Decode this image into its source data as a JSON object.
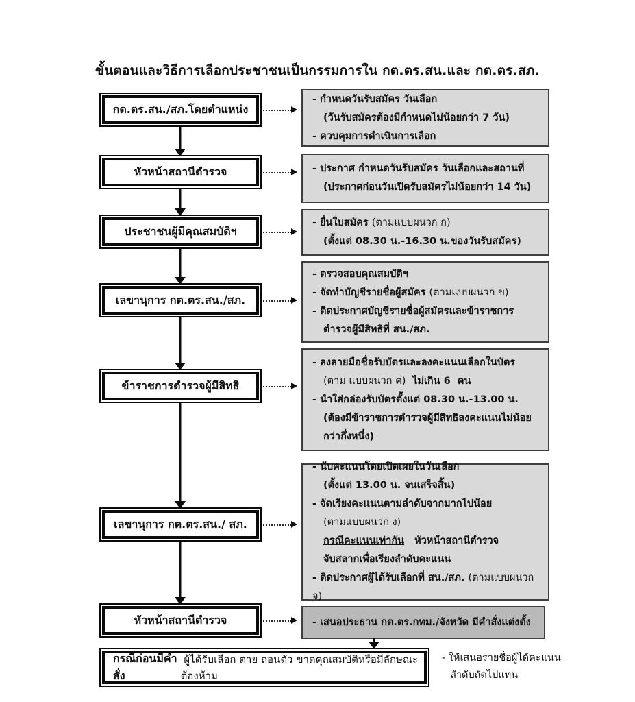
{
  "title": "ขั้นตอนและวิธีการเลือกประชาชนเป็นกรรมการใน กต.ตร.สน.และ กต.ตร.สภ.",
  "colors": {
    "page_bg": "#ffffff",
    "flow_box_bg": "#ffffff",
    "flow_box_border": "#0b0b0b",
    "detail_box_bg": "#d9d9d9",
    "detail_box_bg_dark": "#b9b9b9",
    "detail_box_border": "#3f3f3f",
    "arrow_color": "#0b0b0b"
  },
  "flow_steps": [
    {
      "label": "กต.ตร.สน./สภ.โดยตำแหน่ง"
    },
    {
      "label": "หัวหน้าสถานีตำรวจ"
    },
    {
      "label": "ประชาชนผู้มีคุณสมบัติฯ"
    },
    {
      "label": "เลขานุการ กต.ตร.สน./สภ."
    },
    {
      "label": "ข้าราชการตำรวจผู้มีสิทธิ"
    },
    {
      "label": "เลขานุการ กต.ตร.สน./ สภ."
    },
    {
      "label": "หัวหน้าสถานีตำรวจ"
    }
  ],
  "detail_boxes": [
    {
      "lines": [
        {
          "segments": [
            {
              "t": "- กำหนดวันรับสมัคร วันเลือก",
              "b": true
            }
          ]
        },
        {
          "indent": true,
          "segments": [
            {
              "t": "(วันรับสมัครต้องมีกำหนดไม่น้อยกว่า 7 วัน)",
              "b": true
            }
          ]
        },
        {
          "segments": [
            {
              "t": "- ควบคุมการดำเนินการเลือก",
              "b": true
            }
          ]
        }
      ]
    },
    {
      "lines": [
        {
          "segments": [
            {
              "t": "- ประกาศ กำหนดวันรับสมัคร วันเลือกและสถานที่",
              "b": true
            }
          ]
        },
        {
          "indent": true,
          "segments": [
            {
              "t": "(ประกาศก่อนวันเปิดรับสมัครไม่น้อยกว่า 14 วัน)",
              "b": true
            }
          ]
        }
      ]
    },
    {
      "lines": [
        {
          "segments": [
            {
              "t": "- ยื่นใบสมัคร ",
              "b": true
            },
            {
              "t": "(ตามแบบผนวก ก)",
              "b": false
            }
          ]
        },
        {
          "indent": true,
          "segments": [
            {
              "t": "(ตั้งแต่ 08.30 น.-16.30 น.ของวันรับสมัคร)",
              "b": true
            }
          ]
        }
      ]
    },
    {
      "lines": [
        {
          "segments": [
            {
              "t": "- ตรวจสอบคุณสมบัติฯ",
              "b": true
            }
          ]
        },
        {
          "segments": [
            {
              "t": "- จัดทำบัญชีรายชื่อผู้สมัคร ",
              "b": true
            },
            {
              "t": "(ตามแบบผนวก ข)",
              "b": false
            }
          ]
        },
        {
          "segments": [
            {
              "t": "- ติดประกาศบัญชีรายชื่อผู้สมัครและข้าราชการ",
              "b": true
            }
          ]
        },
        {
          "indent": true,
          "segments": [
            {
              "t": "ตำรวจผู้มีสิทธิที่ สน./สภ.",
              "b": true
            }
          ]
        }
      ]
    },
    {
      "lines": [
        {
          "segments": [
            {
              "t": "- ลงลายมือชื่อรับบัตรและลงคะแนนเลือกในบัตร",
              "b": true
            }
          ]
        },
        {
          "indent": true,
          "segments": [
            {
              "t": "(ตาม แบบผนวก ค) ",
              "b": false
            },
            {
              "t": " ไม่เกิน 6  คน",
              "b": true
            }
          ]
        },
        {
          "segments": [
            {
              "t": "- นำใส่กล่องรับบัตรตั้งแต่ 08.30 น.-13.00 น.",
              "b": true
            }
          ]
        },
        {
          "indent": true,
          "segments": [
            {
              "t": "(ต้องมีข้าราชการตำรวจผู้มีสิทธิลงคะแนนไม่น้อย",
              "b": true
            }
          ]
        },
        {
          "indent": true,
          "segments": [
            {
              "t": "กว่ากึ่งหนึ่ง)",
              "b": true
            }
          ]
        }
      ]
    },
    {
      "lines": [
        {
          "segments": [
            {
              "t": "- นับคะแนนโดยเปิดเผยในวันเลือก",
              "b": true
            }
          ]
        },
        {
          "indent": true,
          "segments": [
            {
              "t": "(ตั้งแต่ 13.00 น. จนเสร็จสิ้น)",
              "b": true
            }
          ]
        },
        {
          "segments": [
            {
              "t": "- จัดเรียงคะแนนตามลำดับจากมากไปน้อย",
              "b": true
            }
          ]
        },
        {
          "indent": true,
          "segments": [
            {
              "t": "(ตามแบบผนวก ง)",
              "b": false
            }
          ]
        },
        {
          "indent": true,
          "segments": [
            {
              "t": "กรณีคะแนนเท่ากัน",
              "b": true,
              "u": true
            },
            {
              "t": "   หัวหน้าสถานีตำรวจ",
              "b": true
            }
          ]
        },
        {
          "indent": true,
          "segments": [
            {
              "t": "จับสลากเพื่อเรียงลำดับคะแนน",
              "b": true
            }
          ]
        },
        {
          "segments": [
            {
              "t": "- ติดประกาศผู้ได้รับเลือกที่ สน./สภ. ",
              "b": true
            },
            {
              "t": "(ตามแบบผนวก จ)",
              "b": false
            }
          ]
        }
      ]
    },
    {
      "lines": [
        {
          "segments": [
            {
              "t": "- เสนอประธาน กต.ตร.กทม./จังหวัด มีคำสั่งแต่งตั้ง",
              "b": true
            }
          ]
        }
      ]
    }
  ],
  "final_box": {
    "bold_text": "กรณีก่อนมีคำสั่ง",
    "rest_text": " ผู้ได้รับเลือก ตาย ถอนตัว ขาดคุณสมบัติหรือมีลักษณะต้องห้าม"
  },
  "side_note": {
    "line1": "- ให้เสนอรายชื่อผู้ได้คะแนน",
    "line2": "ลำดับถัดไปแทน"
  }
}
